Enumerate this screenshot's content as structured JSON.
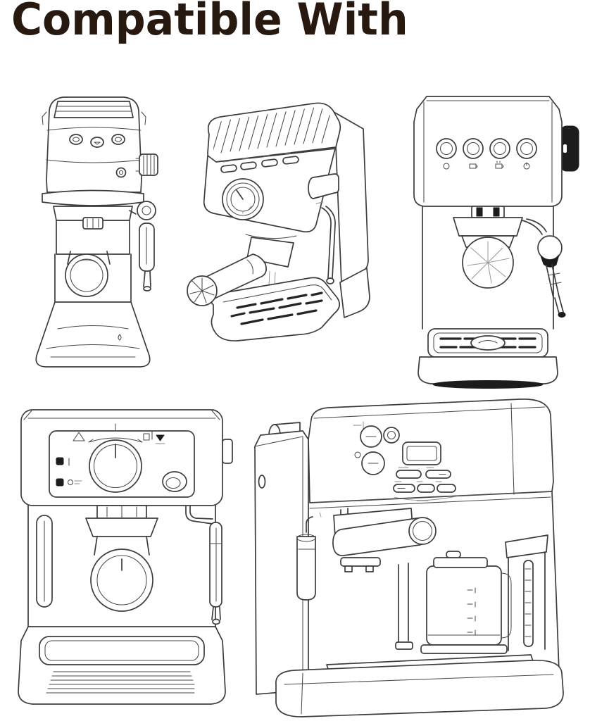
{
  "page": {
    "background": "#ffffff",
    "ink_color": "#3c3c3c",
    "title_color": "#27190f"
  },
  "header": {
    "title": "Compatible With"
  },
  "machines": [
    {
      "alt": "compact tower espresso machine, front view, cup rail top, three oval buttons, knurled side steam knob, portafilter facing viewer, steam wand with ring knob, flared drip-tray base"
    },
    {
      "alt": "slim espresso machine, three-quarter view, ribbed cup-warmer top, four small buttons, round pressure gauge, side steam dial, long portafilter handle with polished cap, slotted drip tray"
    },
    {
      "alt": "boxy espresso machine, front view, four round metal buttons with icons, black side dial, polished round portafilter cap, ball-jointed steam wand, slotted drip tray over dark base"
    },
    {
      "alt": "espresso machine, front view, large rotary selector dial with steam and cup symbols, two indicator marks, oval button, forward-facing portafilter cylinder, right steam wand, wide ribbed drip-tray base"
    },
    {
      "alt": "combination espresso and drip coffee maker, three-quarter view, panel with two round buttons, small dial, display and five preset buttons, portafilter with forward handle, milk-frothing sleeve, glass carafe with level marks, water window"
    }
  ]
}
